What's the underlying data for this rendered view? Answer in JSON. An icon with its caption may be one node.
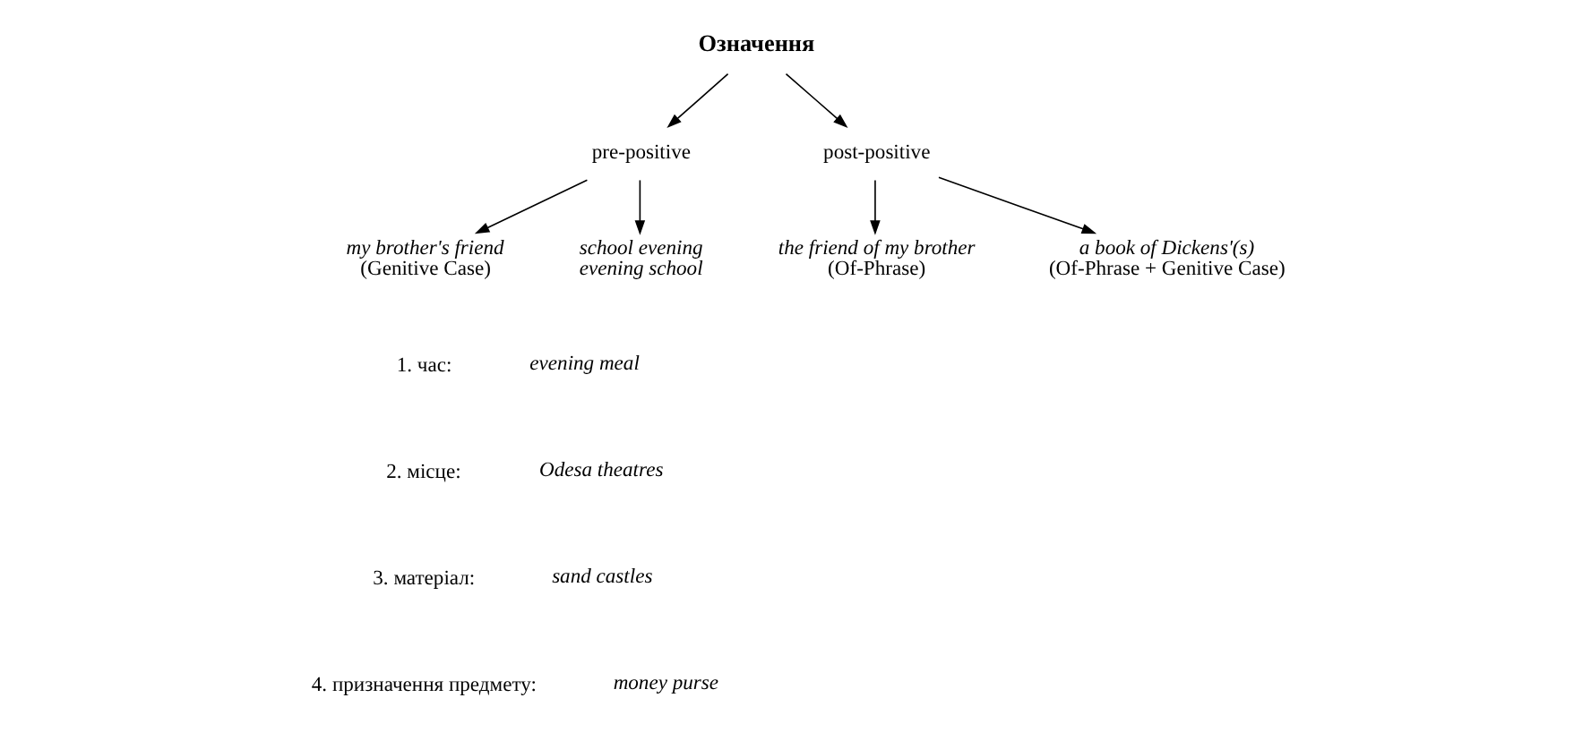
{
  "diagram": {
    "nodes": [
      {
        "text": [
          "Означення"
        ]
      },
      {
        "text": [
          "pre-positive"
        ]
      },
      {
        "text": [
          "post-positive"
        ]
      },
      {
        "text": [
          "my brother's friend",
          "(Genitive Case)"
        ]
      },
      {
        "text": [
          "school evening",
          "evening school"
        ]
      },
      {
        "text": [
          "the friend of my brother",
          "(Of-Phrase)"
        ]
      },
      {
        "text": [
          "a book of Dickens'(s)",
          "(Of-Phrase + Genitive Case)"
        ]
      }
    ],
    "edges": [
      {
        "from": 0,
        "to": 1,
        "arrow": "to"
      },
      {
        "from": 0,
        "to": 2,
        "arrow": "to"
      },
      {
        "from": 1,
        "to": 3,
        "arrow": "to"
      },
      {
        "from": 1,
        "to": 4,
        "arrow": "to"
      },
      {
        "from": 2,
        "to": 5,
        "arrow": "to"
      },
      {
        "from": 2,
        "to": 6,
        "arrow": "to"
      }
    ],
    "labels": [
      "1. час:",
      "evening meal",
      "2. місце:",
      "Odesa theatres",
      "3. матеріал:",
      "sand castles",
      "4. призначення предмету:",
      "money purse"
    ]
  }
}
